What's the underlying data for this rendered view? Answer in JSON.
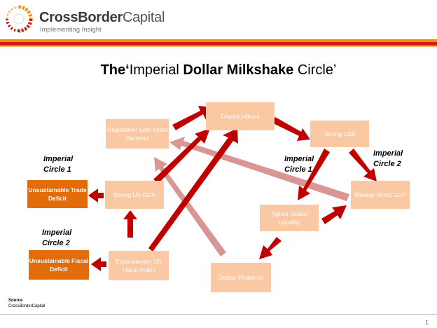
{
  "header": {
    "brand_bold": "CrossBorder",
    "brand_light": "Capital",
    "tagline": "Implementing Insight"
  },
  "title": {
    "prefix": "The‘",
    "word1": "Imperial ",
    "word2": "Dollar Milkshake",
    "suffix": " Circle’"
  },
  "nodes": {
    "capital_inflows": "Capital Inflows",
    "regulation": "Regulation/ Safe Asset Demand",
    "strong_usd": "Strong US$",
    "weaker_world_gdp": "Weaker World GDP",
    "tighter_liquidity": "Tighter Global Liquidity",
    "strong_us_gdp": "Strong US GDP",
    "expansionary_fiscal": "Expansionary US Fiscal Policy",
    "debtor_problems": "Debtor Problems",
    "trade_deficit": "Unsustainable Trade Deficit",
    "fiscal_deficit": "Unsustainable Fiscal Deficit"
  },
  "labels": {
    "circle1_left": "Imperial Circle 1",
    "circle2_left": "Imperial Circle 2",
    "circle1_mid": "Imperial Circle 1",
    "circle2_right": "Imperial Circle 2"
  },
  "footer": {
    "source_heading": "Source",
    "source_text": "CrossBorderCapital",
    "page_number": "1"
  },
  "colors": {
    "dark_red_arrow": "#c00000",
    "light_red_arrow": "#d99694",
    "light_box": "#fbc8a4",
    "dark_box": "#e36c0a",
    "stripe_orange": "#f39200",
    "stripe_red": "#d7191c"
  }
}
